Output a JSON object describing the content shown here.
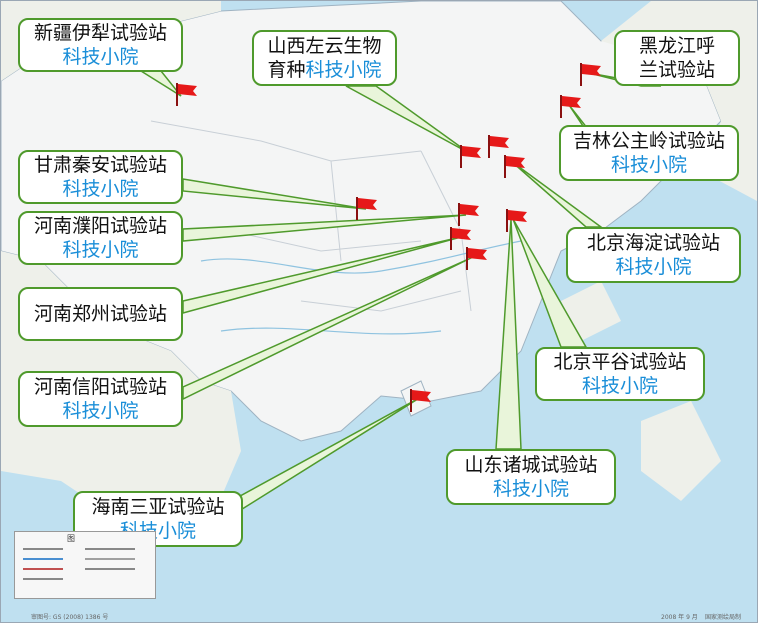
{
  "map": {
    "legend_title": "图",
    "footer_left": "审图号: GS (2008) 1386 号",
    "footer_right_date": "2008 年 9 月",
    "footer_right_org": "国家测绘局制"
  },
  "colors": {
    "callout_border": "#4f9a2c",
    "leader_fill": "#e9f5da",
    "flag_red": "#e61919",
    "blue_text": "#1a8ed8",
    "sea": "#bfe0f0",
    "land": "#f4f5f5"
  },
  "stations": [
    {
      "id": "xinjiang",
      "line1": "新疆伊犁试验站",
      "line2": "科技小院",
      "flag_icon": "red-flag-icon"
    },
    {
      "id": "shanxi",
      "line1": "山西左云生物",
      "line2_prefix": "育种",
      "line2": "科技小院",
      "flag_icon": "red-flag-icon"
    },
    {
      "id": "heilongjiang",
      "line1": "黑龙江呼",
      "line2_prefix": "兰试验站",
      "line2": "",
      "flag_icon": "red-flag-icon"
    },
    {
      "id": "gansu",
      "line1": "甘肃秦安试验站",
      "line2": "科技小院",
      "flag_icon": "red-flag-icon"
    },
    {
      "id": "jilin",
      "line1": "吉林公主岭试验站",
      "line2": "科技小院",
      "flag_icon": "red-flag-icon"
    },
    {
      "id": "puyang",
      "line1": "河南濮阳试验站",
      "line2": "科技小院",
      "flag_icon": "red-flag-icon"
    },
    {
      "id": "haidian",
      "line1": "北京海淀试验站",
      "line2": "科技小院",
      "flag_icon": "red-flag-icon"
    },
    {
      "id": "zhengzhou",
      "line1": "河南郑州试验站",
      "line2": "",
      "flag_icon": "red-flag-icon"
    },
    {
      "id": "pinggu",
      "line1": "北京平谷试验站",
      "line2": "科技小院",
      "flag_icon": "red-flag-icon"
    },
    {
      "id": "xinyang",
      "line1": "河南信阳试验站",
      "line2": "科技小院",
      "flag_icon": "red-flag-icon"
    },
    {
      "id": "zhucheng",
      "line1": "山东诸城试验站",
      "line2": "科技小院",
      "flag_icon": "red-flag-icon"
    },
    {
      "id": "sanya",
      "line1": "海南三亚试验站",
      "line2": "科技小院",
      "flag_icon": "red-flag-icon"
    }
  ]
}
